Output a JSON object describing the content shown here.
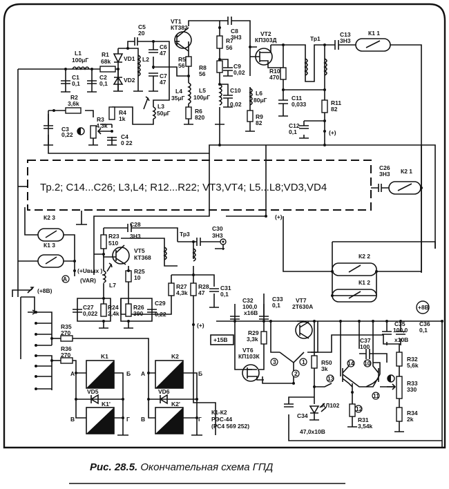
{
  "figure": {
    "caption_number": "Рис. 28.5.",
    "caption_text": "Окончательная схема ГПД",
    "block_note": "Тр.2; С14...С26; L3,L4; R12...R22; VT3,VT4; L5...L8;VD3,VD4"
  },
  "components": {
    "L1": [
      "L1",
      "100μГ"
    ],
    "R1": [
      "R1",
      "68k"
    ],
    "C1": [
      "C1",
      "0,1"
    ],
    "C2": [
      "C2",
      "0,1"
    ],
    "VD1": [
      "VD1"
    ],
    "VD2": [
      "VD2"
    ],
    "L2": [
      "L2"
    ],
    "C5": [
      "C5",
      "20"
    ],
    "C6": [
      "C6",
      "47"
    ],
    "C7": [
      "C7",
      "47"
    ],
    "VT1": [
      "VT1",
      "КТ382"
    ],
    "R5": [
      "R5",
      "56"
    ],
    "L4": [
      "L4",
      "35μГ"
    ],
    "L3": [
      "L3",
      "50μГ"
    ],
    "R6": [
      "R6",
      "820"
    ],
    "R2": [
      "R2",
      "3,6k"
    ],
    "R3": [
      "R3",
      "4,3k"
    ],
    "R4": [
      "R4",
      "1k"
    ],
    "C3": [
      "C3",
      "0,22"
    ],
    "C4": [
      "C4",
      "0 22"
    ],
    "C8": [
      "C8",
      "3Н3"
    ],
    "R7": [
      "R7",
      "56"
    ],
    "R8": [
      "R8",
      "56"
    ],
    "C9": [
      "C9",
      "0,02"
    ],
    "C10": [
      "C10",
      "0,02"
    ],
    "L5": [
      "L5",
      "100μГ"
    ],
    "VT2": [
      "VT2",
      "КП303Д"
    ],
    "R10": [
      "R10",
      "470"
    ],
    "L6": [
      "L6",
      "80μГ"
    ],
    "R9": [
      "R9",
      "82"
    ],
    "Tp1": [
      "Тр1"
    ],
    "C11": [
      "C11",
      "0,033"
    ],
    "R11": [
      "R11",
      "82"
    ],
    "C12": [
      "C12",
      "0,1"
    ],
    "C13": [
      "C13",
      "3Н3"
    ],
    "K1_1": [
      "К1 1"
    ],
    "C26": [
      "C26",
      "3Н3"
    ],
    "K2_1": [
      "К2 1"
    ],
    "K2_3": [
      "К2 3"
    ],
    "K1_3": [
      "К1 3"
    ],
    "C28": [
      "C28",
      "3Н3"
    ],
    "R23": [
      "R23",
      "510"
    ],
    "VT5": [
      "VT5",
      "КТ368"
    ],
    "R25": [
      "R25",
      "10"
    ],
    "L7": [
      "L7"
    ],
    "Tp3": [
      "Тр3"
    ],
    "C30": [
      "C30",
      "3Н3"
    ],
    "R27": [
      "R27",
      "4,3k"
    ],
    "R28": [
      "R28",
      "47"
    ],
    "C31": [
      "C31",
      "0,1"
    ],
    "C27": [
      "C27",
      "0,022"
    ],
    "R24": [
      "R24",
      "2,4k"
    ],
    "R26": [
      "R26",
      "390"
    ],
    "C29": [
      "C29",
      "0,22"
    ],
    "K2_2": [
      "К2 2"
    ],
    "K1_2": [
      "К1 2"
    ],
    "C32": [
      "C32",
      "100,0",
      "x16В"
    ],
    "C33": [
      "C33",
      "0,1"
    ],
    "VT7": [
      "VT7",
      "2Т630А"
    ],
    "R29": [
      "R29",
      "3,3k"
    ],
    "VT6": [
      "VT6",
      "КП103К"
    ],
    "R35": [
      "R35",
      "270"
    ],
    "R36": [
      "R36",
      "270"
    ],
    "K1": [
      "K1"
    ],
    "K2": [
      "K2"
    ],
    "K1p": [
      "K1'"
    ],
    "K2p": [
      "K2'"
    ],
    "VD5": [
      "VD5"
    ],
    "VD6": [
      "VD6"
    ],
    "relay_note": [
      "К1-К2",
      "РЭС-44",
      "(РС4 569 252)"
    ],
    "R50": [
      "R50",
      "3k"
    ],
    "AL102": [
      "АЛ102"
    ],
    "C34": [
      "C34",
      "47,0x10В"
    ],
    "C37": [
      "C37",
      "100"
    ],
    "R31": [
      "R31",
      "3,54k"
    ],
    "C35": [
      "C35",
      "100,0",
      "x10В"
    ],
    "C36": [
      "C36",
      "0,1"
    ],
    "R32": [
      "R32",
      "5,6k"
    ],
    "R33": [
      "R33",
      "330"
    ],
    "R34": [
      "R34",
      "2k"
    ]
  },
  "nets": {
    "plus": "(+)",
    "plus8": "(+8В)",
    "p8circle": "+8В",
    "p15": "+15В",
    "uvyx": "(+Uвых )",
    "var": "(VAR)",
    "pointA": "A",
    "A": "А",
    "B": "Б",
    "V": "В",
    "G": "Г",
    "pin1": "1",
    "pin2": "2",
    "pin3": "3",
    "pin10": "10",
    "pin11": "11",
    "pin12": "12",
    "pin13": "13",
    "pin14": "14"
  }
}
